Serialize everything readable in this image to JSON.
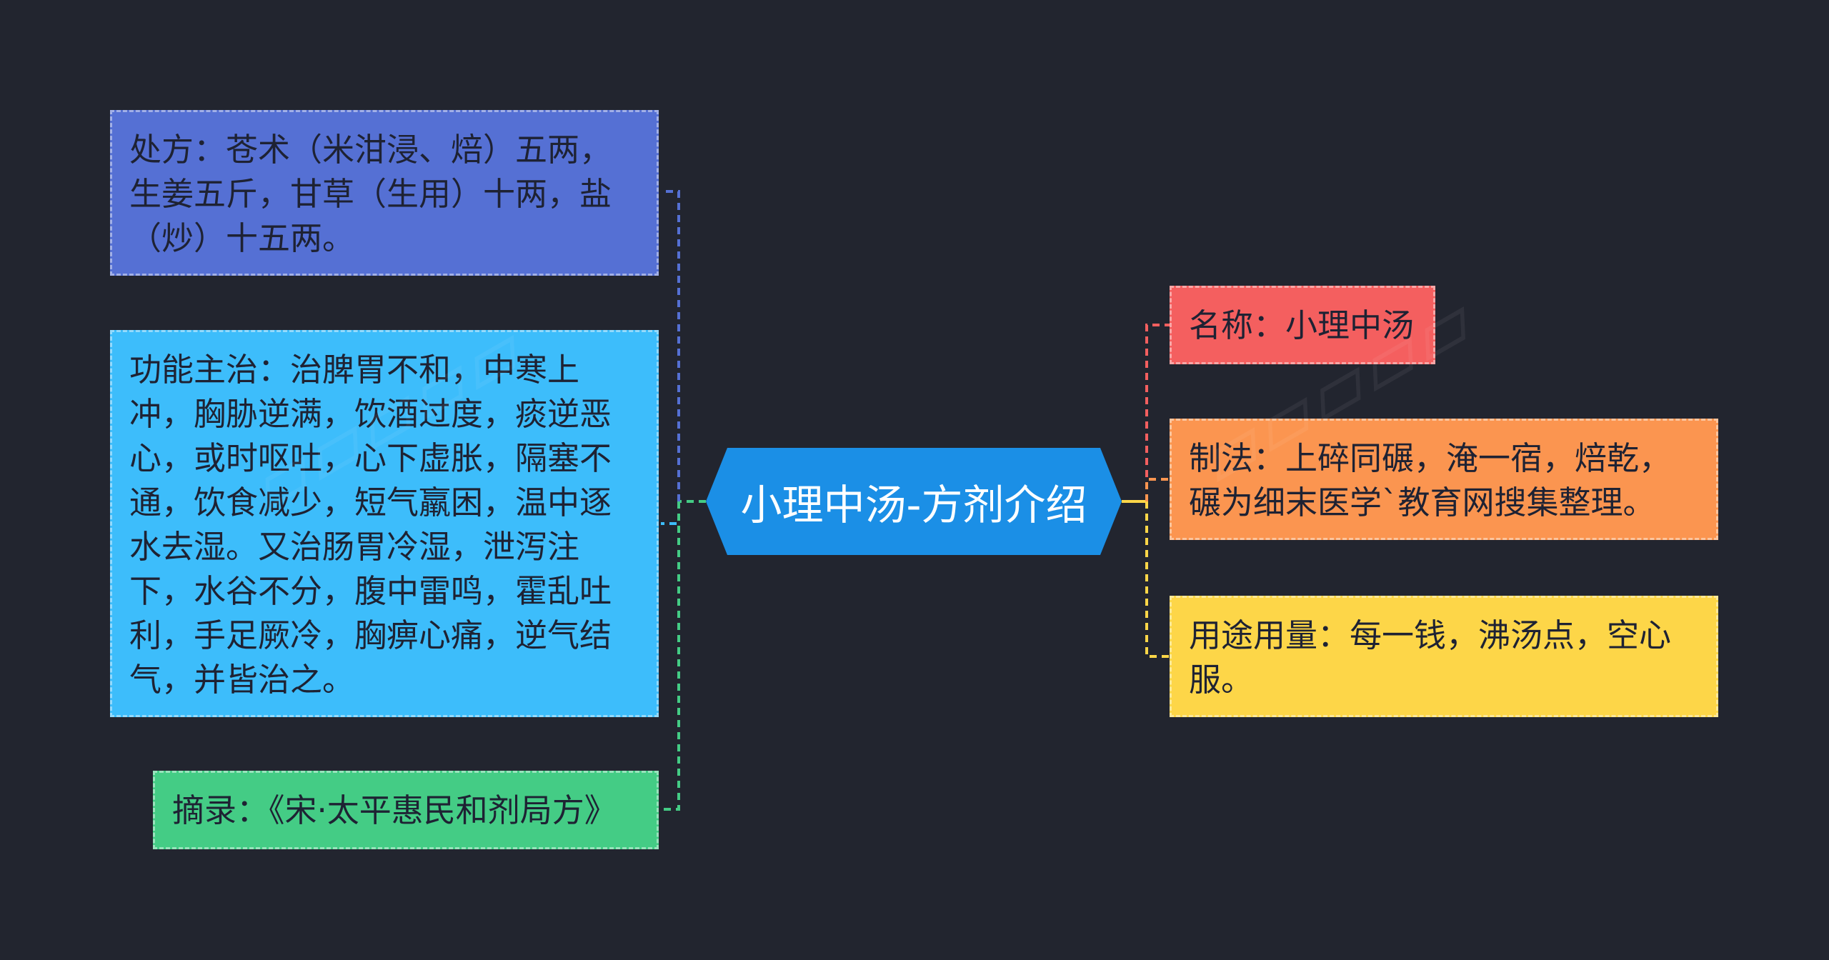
{
  "center": {
    "label": "小理中汤-方剂介绍",
    "color": "#1b8fe6"
  },
  "left_nodes": [
    {
      "id": "prescription",
      "text": "处方：苍术（米泔浸、焙）五两，生姜五斤，甘草（生用）十两，盐（炒）十五两。",
      "color": "#5570d4"
    },
    {
      "id": "indications",
      "text": "功能主治：治脾胃不和，中寒上冲，胸胁逆满，饮酒过度，痰逆恶心，或时呕吐，心下虚胀，隔塞不通，饮食减少，短气羸困，温中逐水去湿。又治肠胃冷湿，泄泻注下，水谷不分，腹中雷鸣，霍乱吐利，手足厥冷，胸痹心痛，逆气结气，并皆治之。",
      "color": "#3dbdfb"
    },
    {
      "id": "source",
      "text": "摘录：《宋·太平惠民和剂局方》",
      "color": "#44cc85"
    }
  ],
  "right_nodes": [
    {
      "id": "name",
      "text": "名称：小理中汤",
      "color": "#f45f5f"
    },
    {
      "id": "preparation",
      "text": "制法：上碎同碾，淹一宿，焙乾，碾为细末医学`教育网搜集整理。",
      "color": "#fb9550"
    },
    {
      "id": "usage",
      "text": "用途用量：每一钱，沸汤点，空心服。",
      "color": "#fdd648"
    }
  ]
}
